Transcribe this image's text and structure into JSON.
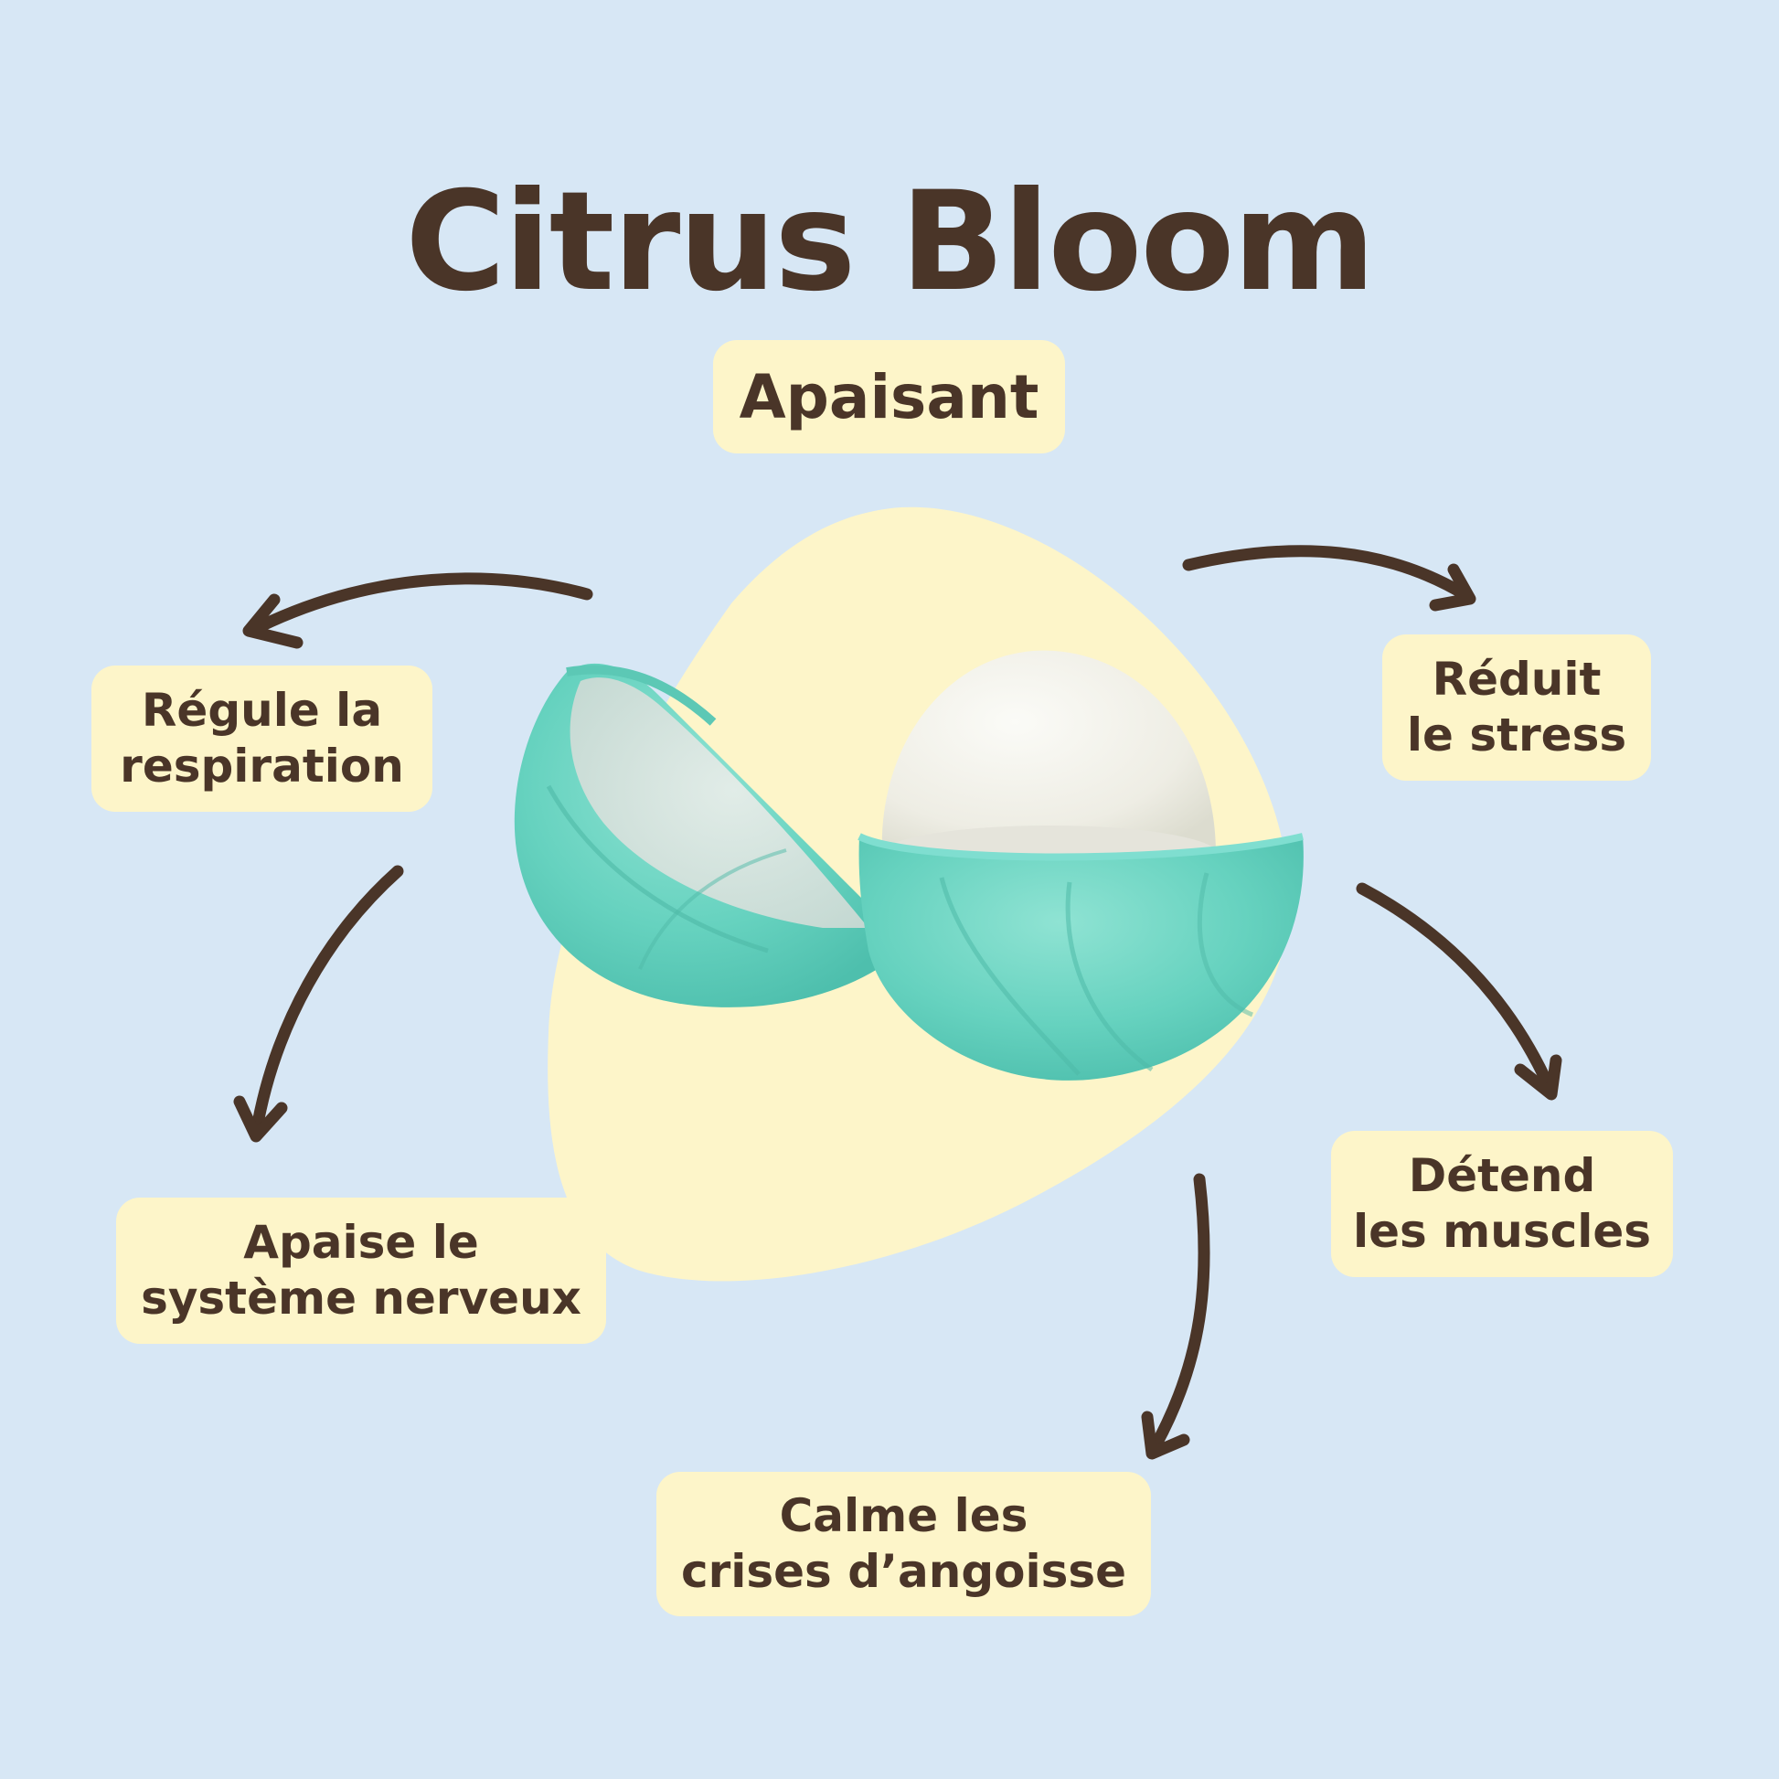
{
  "title": "Citrus Bloom",
  "subtitle": "Apaisant",
  "benefits": {
    "respiration": {
      "line1": "Régule la",
      "line2": "respiration"
    },
    "stress": {
      "line1": "Réduit",
      "line2": "le stress"
    },
    "nerveux": {
      "line1": "Apaise le",
      "line2": "système nerveux"
    },
    "muscles": {
      "line1": "Détend",
      "line2": "les muscles"
    },
    "angoisse": {
      "line1": "Calme les",
      "line2": "crises d’angoisse"
    }
  },
  "colors": {
    "background": "#d7e7f5",
    "label_bg": "#fdf5c9",
    "text": "#4a3528",
    "blob": "#fdf5c9",
    "case_teal": "#6fd6c4",
    "balm": "#f2f1ea"
  },
  "icons": {
    "product": "lip-balm-sphere",
    "arrows": "curved-arrow"
  }
}
